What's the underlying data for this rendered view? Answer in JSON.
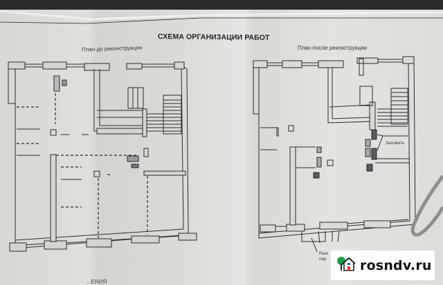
{
  "document": {
    "title": "СХЕМА ОРГАНИЗАЦИИ РАБОТ",
    "plan_before_label": "План до реконструкции",
    "plan_after_label": "План после реконструкции",
    "annotation_brick_up": "Заложить",
    "annotation_dismantle": "Разо\nпар",
    "bottom_caption": "...ЕНИЯ"
  },
  "watermark": {
    "text": "rosndv.ru",
    "icon": "house-tree-logo-icon",
    "colors": {
      "tree": "#1f9a45",
      "door": "#e0352b",
      "text": "#111111"
    }
  },
  "colors": {
    "paper": "#dedcd8",
    "lines": "#2a2a2a",
    "wall_fill": "#d4d2ce",
    "dark_fill": "#5a5a5a",
    "background": "#2b2b2d"
  }
}
